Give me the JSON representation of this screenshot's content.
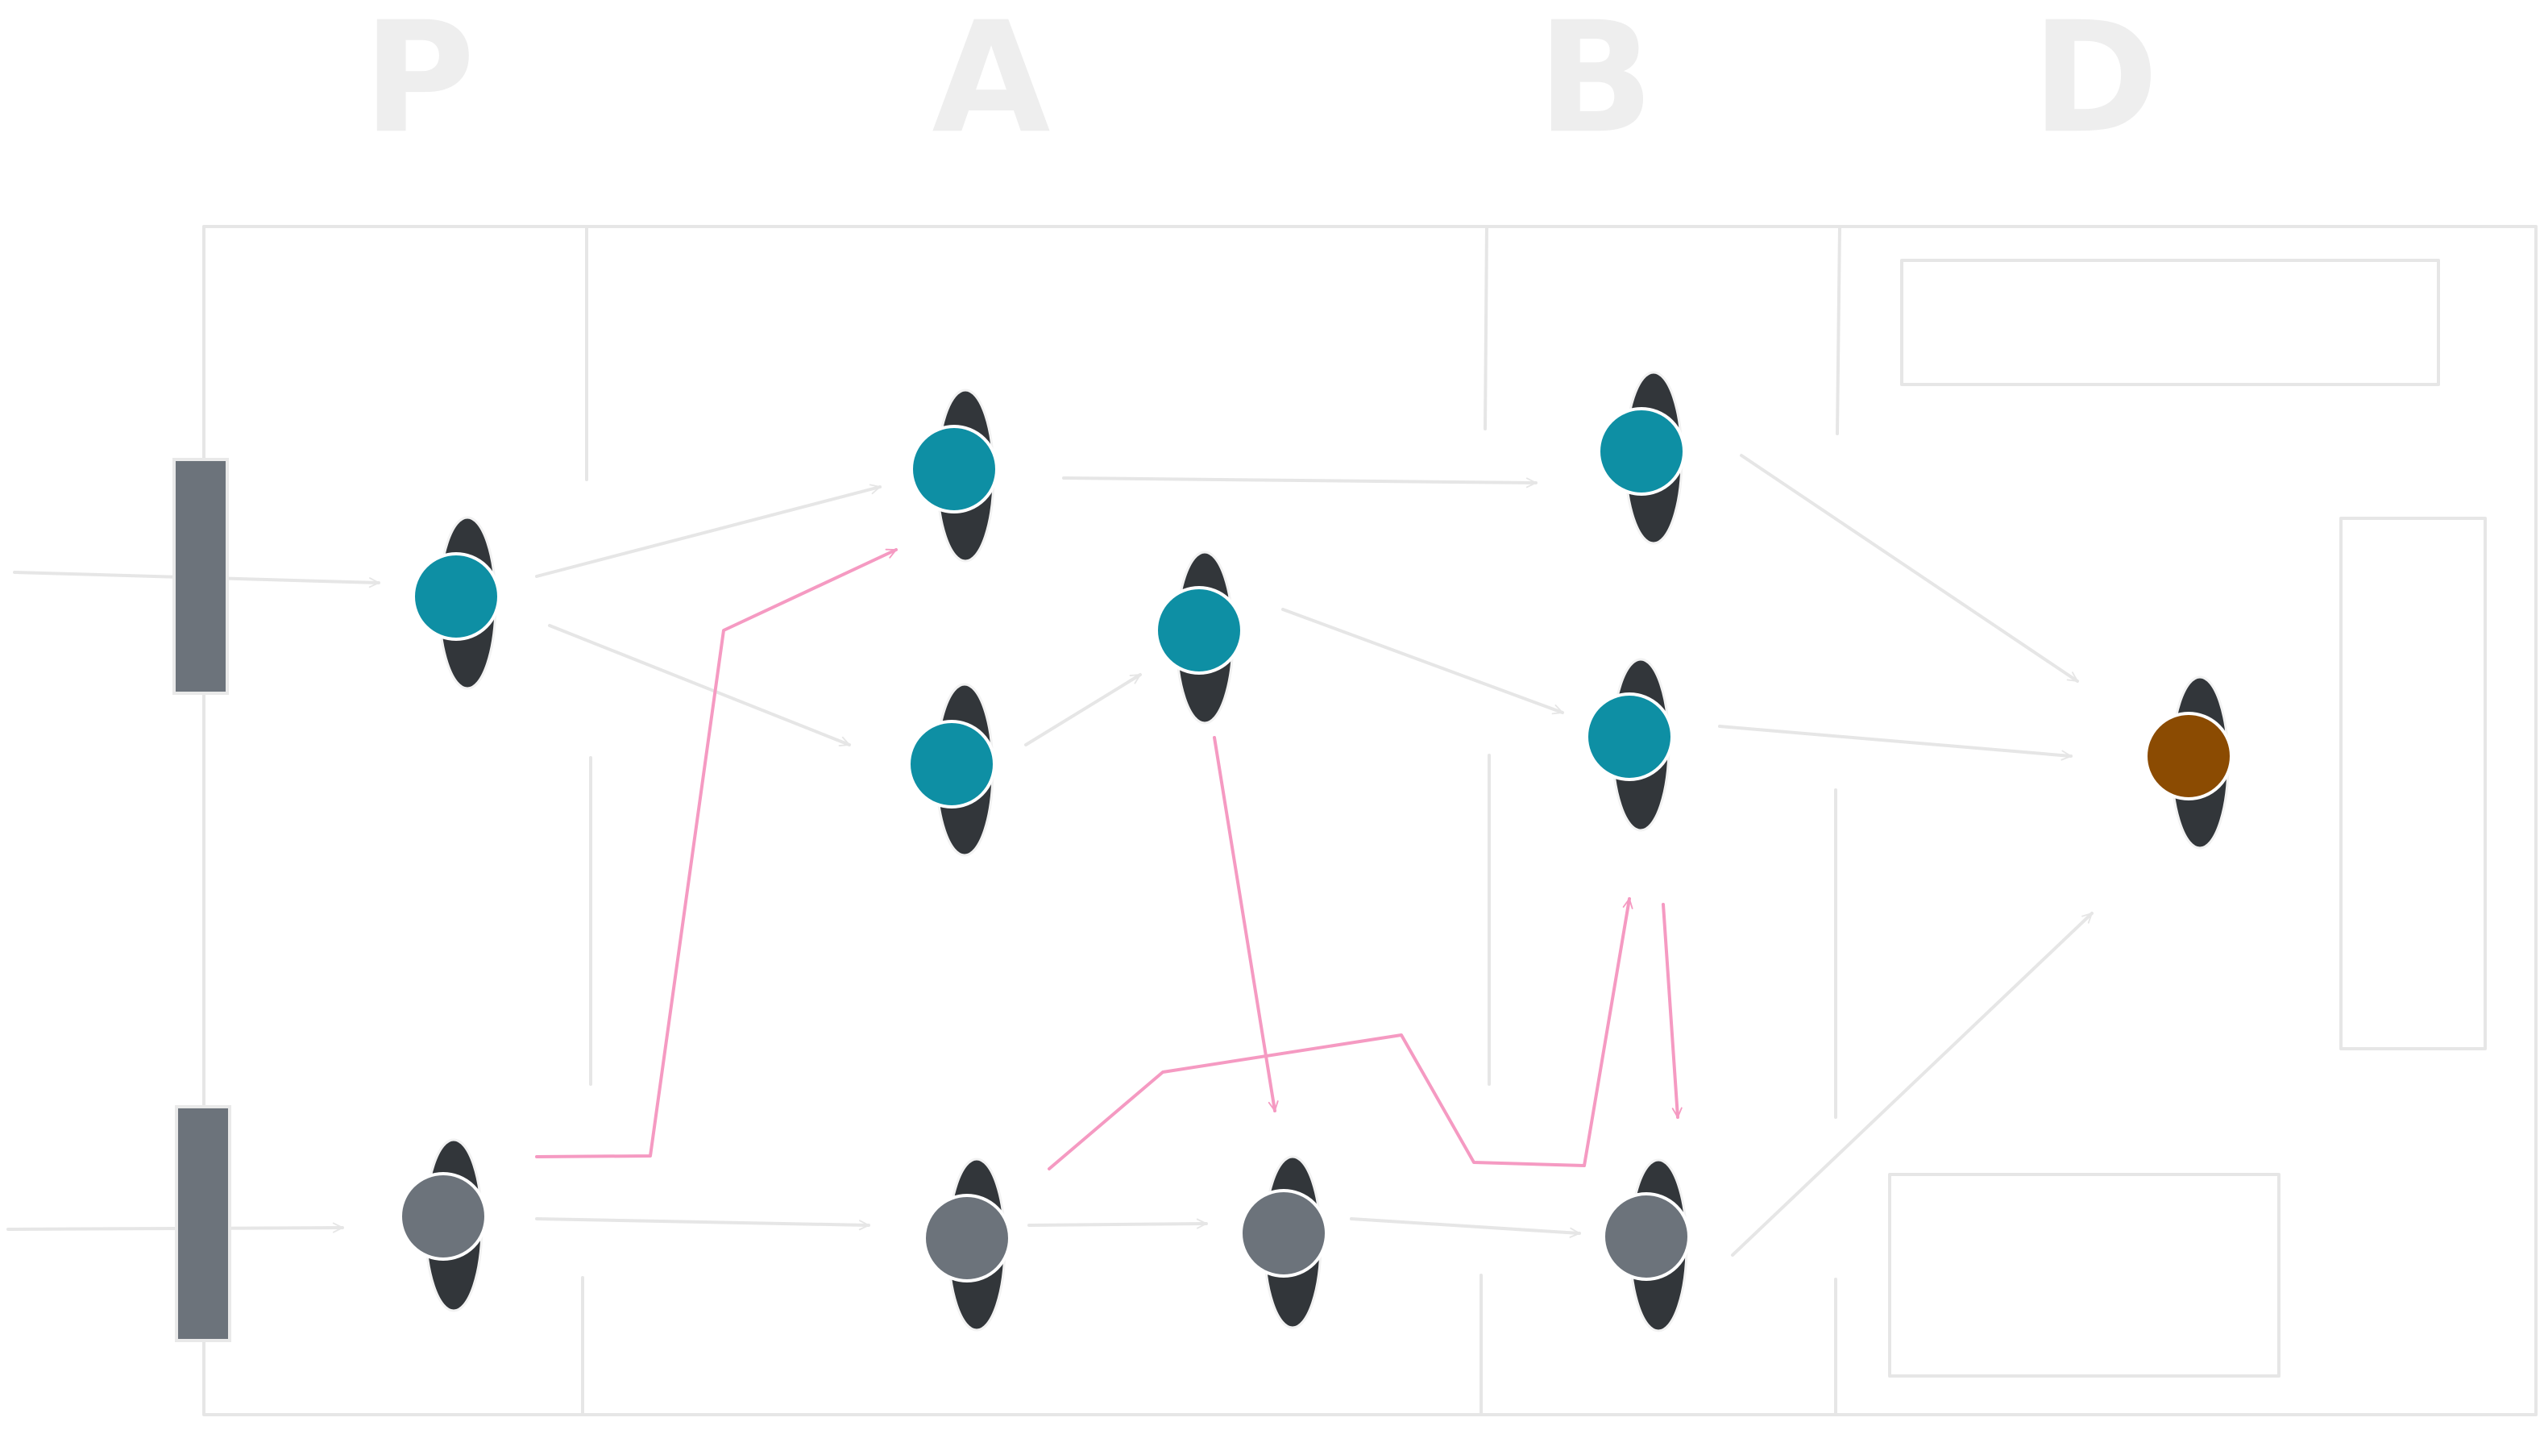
{
  "columns": [
    {
      "id": "P",
      "label": "P"
    },
    {
      "id": "A",
      "label": "A"
    },
    {
      "id": "B",
      "label": "B"
    },
    {
      "id": "D",
      "label": "D"
    }
  ],
  "colors": {
    "active": "#0e8fa4",
    "inactive": "#6c737b",
    "output": "#8b4b02",
    "body": "#32363a",
    "line": "#e6e6e6",
    "highlight": "#f59ac2",
    "frame": "#e9e9e9"
  },
  "nodes": [
    {
      "id": "p1",
      "state": "active"
    },
    {
      "id": "p2",
      "state": "inactive"
    },
    {
      "id": "a1",
      "state": "active"
    },
    {
      "id": "a2",
      "state": "active"
    },
    {
      "id": "a3",
      "state": "active"
    },
    {
      "id": "a4",
      "state": "inactive"
    },
    {
      "id": "a5",
      "state": "inactive"
    },
    {
      "id": "b1",
      "state": "active"
    },
    {
      "id": "b2",
      "state": "active"
    },
    {
      "id": "b3",
      "state": "inactive"
    },
    {
      "id": "d1",
      "state": "output"
    }
  ],
  "inputs": [
    {
      "id": "in1",
      "target": "p1"
    },
    {
      "id": "in2",
      "target": "p2"
    }
  ],
  "edges": [
    {
      "from": "p1",
      "to": "a1",
      "style": "light"
    },
    {
      "from": "p1",
      "to": "a2",
      "style": "light"
    },
    {
      "from": "a1",
      "to": "b1",
      "style": "light"
    },
    {
      "from": "a2",
      "to": "a3",
      "style": "light"
    },
    {
      "from": "a3",
      "to": "b2",
      "style": "light"
    },
    {
      "from": "p2",
      "to": "a4",
      "style": "light"
    },
    {
      "from": "a4",
      "to": "a5",
      "style": "light"
    },
    {
      "from": "a5",
      "to": "b3",
      "style": "light"
    },
    {
      "from": "b1",
      "to": "d1",
      "style": "light"
    },
    {
      "from": "b2",
      "to": "d1",
      "style": "light"
    },
    {
      "from": "b3",
      "to": "d1",
      "style": "light"
    },
    {
      "from": "p2",
      "to": "a1",
      "style": "highlight"
    },
    {
      "from": "a3",
      "to": "a5",
      "style": "highlight"
    },
    {
      "from": "a4",
      "to": "b2",
      "style": "highlight"
    },
    {
      "from": "b2",
      "to": "b3",
      "style": "highlight"
    }
  ]
}
